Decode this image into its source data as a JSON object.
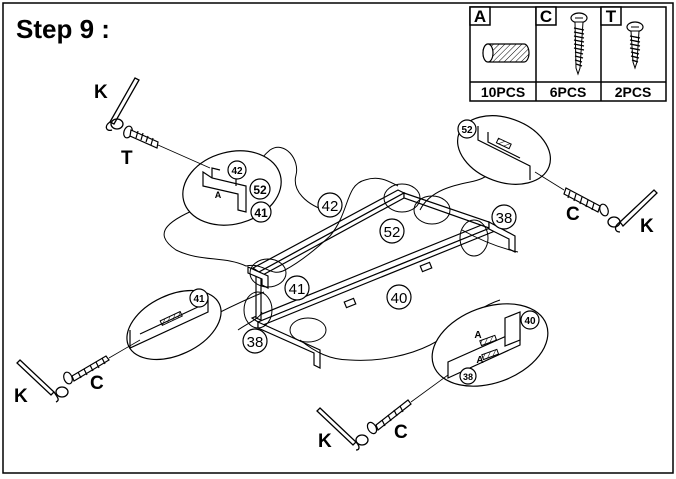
{
  "header": {
    "step_title": "Step 9 :"
  },
  "parts_table": [
    {
      "letter": "A",
      "qty": "10PCS",
      "icon": "wood-dowel-icon"
    },
    {
      "letter": "C",
      "qty": "6PCS",
      "icon": "long-screw-icon"
    },
    {
      "letter": "T",
      "qty": "2PCS",
      "icon": "short-screw-icon"
    }
  ],
  "labels": {
    "k": "K",
    "t": "T",
    "c": "C",
    "a": "A",
    "p42": "42",
    "p52": "52",
    "p41": "41",
    "p40": "40",
    "p38": "38"
  }
}
